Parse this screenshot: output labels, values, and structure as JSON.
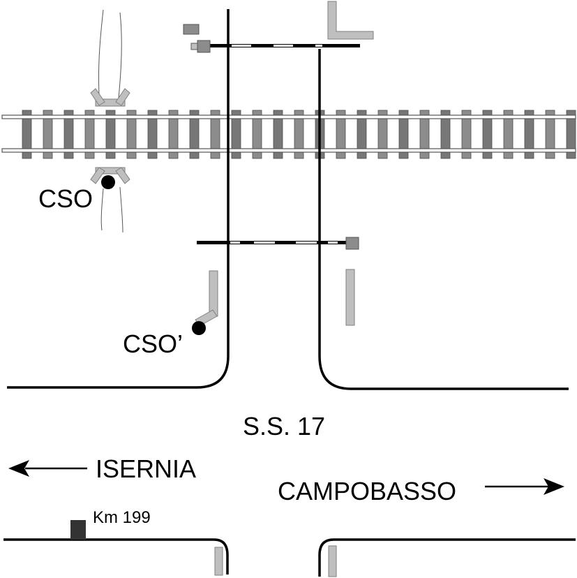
{
  "labels": {
    "cso": "CSO",
    "cso_prime": "CSO’",
    "road": "S.S. 17",
    "left_direction": "ISERNIA",
    "right_direction": "CAMPOBASSO",
    "km_marker": "Km 199"
  },
  "colors": {
    "line": "#000000",
    "sleeper": "#7f7f7f",
    "sleeper_edge": "#4d4d4d",
    "equipment": "#bfbfbf",
    "equipment_edge": "#7f7f7f",
    "marker": "#333333"
  },
  "icons": {
    "left_arrow": "arrow-left-icon",
    "right_arrow": "arrow-right-icon",
    "signal_point": "filled-circle-icon"
  }
}
